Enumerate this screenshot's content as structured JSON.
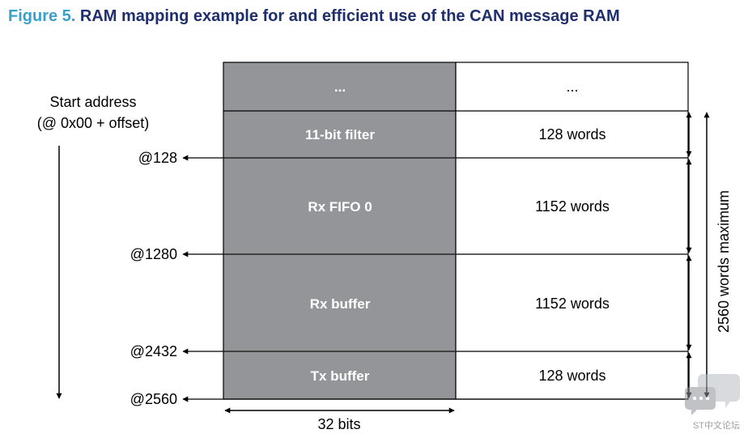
{
  "figure": {
    "number": "Figure 5.",
    "title": "RAM mapping example for and efficient use of the CAN message RAM"
  },
  "start_address": {
    "line1": "Start address",
    "line2": "(@ 0x00 + offset)"
  },
  "rows": [
    {
      "name": "...",
      "size": "..."
    },
    {
      "name": "11-bit filter",
      "size": "128 words"
    },
    {
      "name": "Rx FIFO 0",
      "size": "1152 words"
    },
    {
      "name": "Rx buffer",
      "size": "1152 words"
    },
    {
      "name": "Tx buffer",
      "size": "128 words"
    }
  ],
  "addresses": [
    "@128",
    "@1280",
    "@2432",
    "@2560"
  ],
  "width_label": "32 bits",
  "max_label": "2560 words maximum",
  "watermark": "ST中文论坛",
  "colors": {
    "title_blue": "#1f2f6e",
    "figure_number": "#3aa0c9",
    "block_gray": "#939598",
    "line": "#000000"
  }
}
